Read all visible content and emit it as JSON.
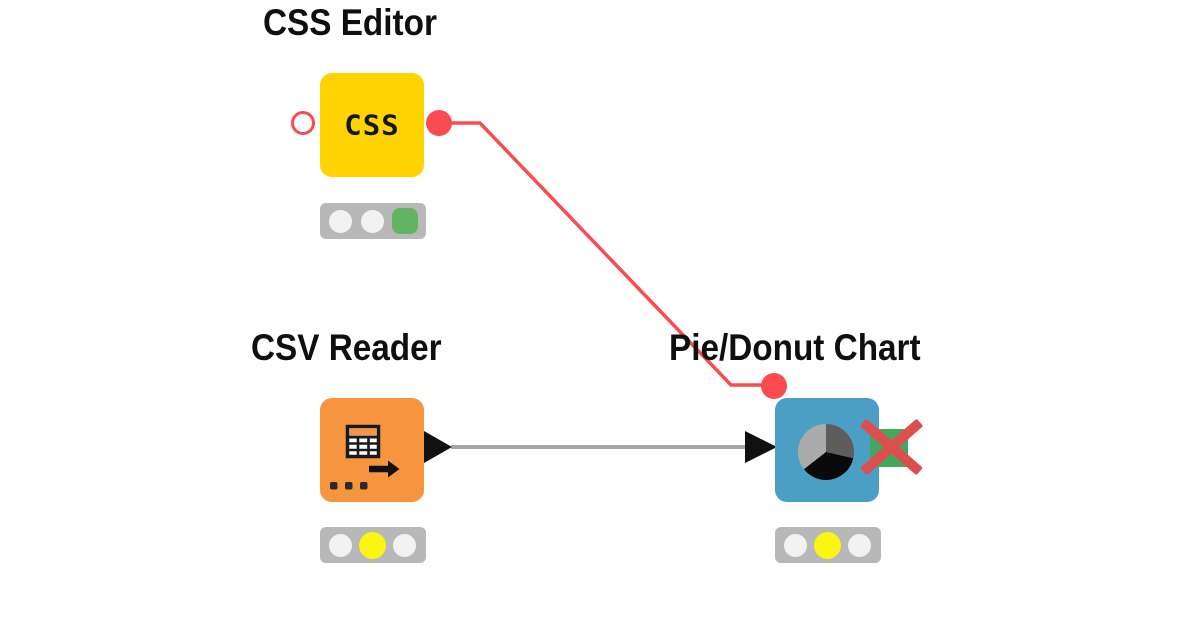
{
  "workflow": {
    "background_color": "#ffffff",
    "nodes": [
      {
        "name": "css-editor",
        "title": "CSS Editor",
        "body_color": "#fdd402",
        "icon": "css-text-icon",
        "icon_text": "CSS",
        "input_port": "flow-variable-input-circle-outline",
        "output_port": "flow-variable-output-circle-filled",
        "port_color": "#fa4b50",
        "traffic_light": "green"
      },
      {
        "name": "csv-reader",
        "title": "CSV Reader",
        "body_color": "#f6953e",
        "icon": "table-with-arrow-icon",
        "output_port": "data-table-output-triangle",
        "port_color": "#111111",
        "traffic_light": "yellow"
      },
      {
        "name": "pie-donut-chart",
        "title": "Pie/Donut Chart",
        "body_color": "#4c9fc4",
        "icon": "pie-chart-icon",
        "input_ports": [
          "data-table-input-triangle",
          "flow-variable-input-circle-filled"
        ],
        "output_port": "image-output-green-square-with-red-x",
        "output_port_color": "#44a75f",
        "error_x_color": "#dd4e4e",
        "traffic_light": "yellow"
      }
    ],
    "connections": [
      {
        "from": "css-editor",
        "to": "pie-donut-chart",
        "type": "flow-variable",
        "color": "#fa4b50"
      },
      {
        "from": "csv-reader",
        "to": "pie-donut-chart",
        "type": "data-table",
        "color": "#a6a6a6"
      }
    ],
    "colors": {
      "traffic_background": "#b8b8b8",
      "light_off": "#f2f2f2",
      "light_green": "#63b462",
      "light_yellow": "#fbf513",
      "label_text": "#0f0f0f"
    }
  }
}
